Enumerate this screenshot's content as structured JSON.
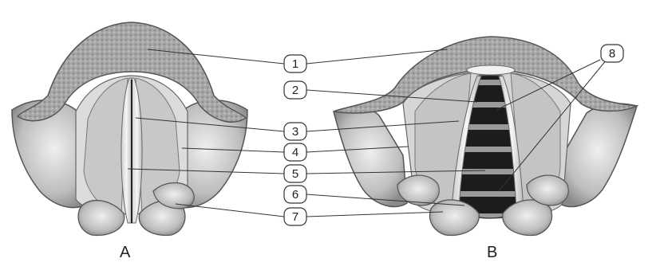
{
  "panels": [
    {
      "label": "A"
    },
    {
      "label": "B"
    }
  ],
  "callouts": [
    "1",
    "2",
    "3",
    "4",
    "5",
    "6",
    "7",
    "8"
  ],
  "colors": {
    "tissue_light": "#d9d9d9",
    "tissue_mid": "#a9a9a9",
    "tissue_dark": "#6e6e6e",
    "line": "#444444",
    "cavity": "#1e1e1e"
  }
}
